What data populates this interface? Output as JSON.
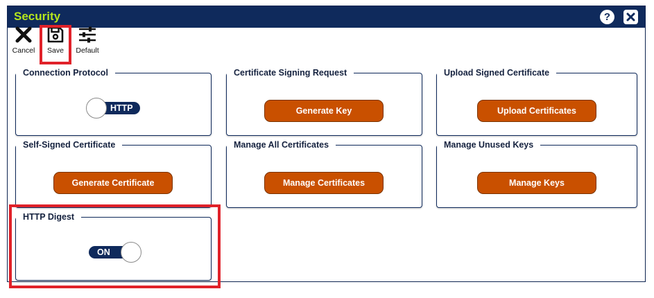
{
  "window": {
    "title": "Security",
    "help_label": "?"
  },
  "toolbar": {
    "cancel_label": "Cancel",
    "save_label": "Save",
    "default_label": "Default"
  },
  "panels": {
    "connection_protocol": {
      "title": "Connection Protocol",
      "toggle_value": "HTTP"
    },
    "certificate_signing_request": {
      "title": "Certificate Signing Request",
      "button_label": "Generate Key"
    },
    "upload_signed_certificate": {
      "title": "Upload Signed Certificate",
      "button_label": "Upload Certificates"
    },
    "self_signed_certificate": {
      "title": "Self-Signed Certificate",
      "button_label": "Generate Certificate"
    },
    "manage_all_certificates": {
      "title": "Manage All Certificates",
      "button_label": "Manage Certificates"
    },
    "manage_unused_keys": {
      "title": "Manage Unused Keys",
      "button_label": "Manage Keys"
    },
    "http_digest": {
      "title": "HTTP Digest",
      "toggle_value": "ON"
    }
  },
  "colors": {
    "titlebar": "#0f2a5c",
    "title_text": "#b5e61d",
    "button": "#c95000",
    "highlight": "#e0222a"
  },
  "icons": {
    "help": "help-icon",
    "close": "close-icon",
    "cancel": "x-icon",
    "save": "floppy-disk-icon",
    "default": "sliders-icon"
  }
}
